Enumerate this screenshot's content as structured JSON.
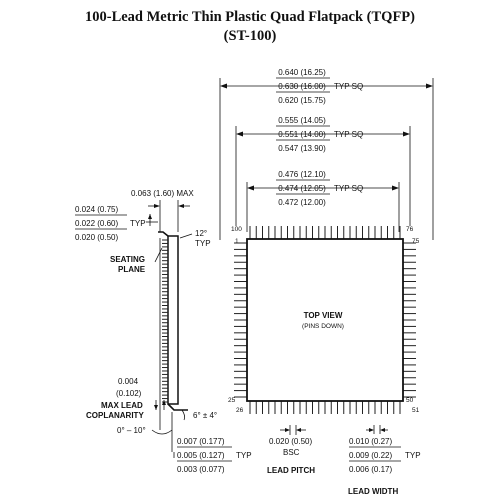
{
  "title": {
    "line1": "100-Lead Metric Thin Plastic Quad Flatpack (TQFP)",
    "line2": "(ST-100)"
  },
  "top_dims": {
    "outer": [
      "0.640 (16.25)",
      "0.630 (16.00)",
      "0.620 (15.75)"
    ],
    "outer_suffix": "TYP SQ",
    "middle": [
      "0.555 (14.05)",
      "0.551 (14.00)",
      "0.547 (13.90)"
    ],
    "middle_suffix": "TYP SQ",
    "inner": [
      "0.476 (12.10)",
      "0.474 (12.05)",
      "0.472 (12.00)"
    ],
    "inner_suffix": "TYP SQ"
  },
  "side_view": {
    "height_max": "0.063 (1.60) MAX",
    "lead_thickness": [
      "0.024 (0.75)",
      "0.022 (0.60)",
      "0.020 (0.50)"
    ],
    "lead_thickness_suffix": "TYP",
    "angle_top": "12°",
    "angle_top_suffix": "TYP",
    "seating_plane": [
      "SEATING",
      "PLANE"
    ],
    "coplanarity": [
      "0.004",
      "(0.102)",
      "MAX LEAD",
      "COPLANARITY"
    ],
    "angle_bottom": "6° ± 4°",
    "angle_foot": "0° – 10°",
    "foot_dims": [
      "0.007 (0.177)",
      "0.005 (0.127)",
      "0.003 (0.077)"
    ],
    "foot_suffix": "TYP"
  },
  "top_view": {
    "label": "TOP VIEW",
    "sublabel": "(PINS DOWN)",
    "pin_numbers": {
      "p100": "100",
      "p1": "1",
      "p76": "76",
      "p75": "75",
      "p25": "25",
      "p26": "26",
      "p50": "50",
      "p51": "51"
    }
  },
  "bottom_dims": {
    "pitch": [
      "0.020 (0.50)",
      "BSC"
    ],
    "pitch_label": "LEAD PITCH",
    "width": [
      "0.010 (0.27)",
      "0.009 (0.22)",
      "0.006 (0.17)"
    ],
    "width_suffix": "TYP",
    "width_label": "LEAD WIDTH"
  }
}
